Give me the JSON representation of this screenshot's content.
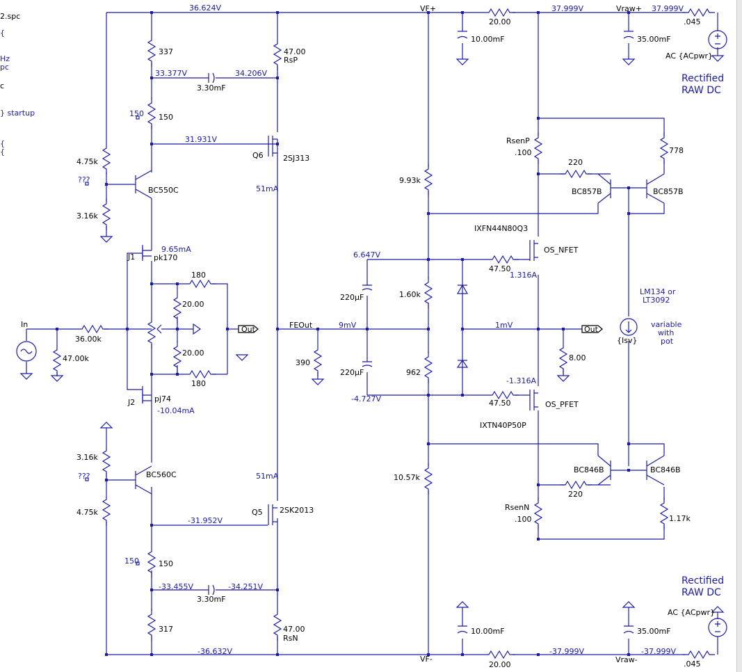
{
  "left_fragments": [
    "2.spc",
    "{",
    "Hz",
    "pc",
    "c",
    "} startup",
    "{",
    "{"
  ],
  "nodes": {
    "vtop": "36.624V",
    "v33": "33.377V",
    "v34": "34.206V",
    "v31": "31.931V",
    "vfplus": "VF+",
    "vraw_plus": "Vraw+",
    "v37a": "37.999V",
    "v37b": "37.999V",
    "v6647": "6.647V",
    "v4727": "-4.727V",
    "feout": "FEOut",
    "v9mv": "9mV",
    "v1mv": "1mV",
    "vm31": "-31.952V",
    "vm33": "-33.455V",
    "vm34": "-34.251V",
    "vbot": "-36.632V",
    "vfminus": "VF-",
    "vm37a": "-37.999V",
    "vraw_minus": "Vraw-",
    "vm37b": "-37.999V",
    "in": "In",
    "out1": "Out",
    "out2": "Out"
  },
  "components": {
    "r337": "337",
    "r150a": "150",
    "r150a_pot": "150",
    "r4k75a": "4.75k",
    "r3k16a": "3.16k",
    "q_top": "BC550C",
    "qqq1": "???",
    "r47rsp_v": "47.00",
    "r47rsp_n": "RsP",
    "c330a": "3.30mF",
    "q6": "Q6",
    "q6_t": "2SJ313",
    "i51a": "51mA",
    "j1": "J1",
    "j1_t": "pk170",
    "i965": "9.65mA",
    "r180a": "180",
    "r20a": "20.00",
    "r20b": "20.00",
    "r180b": "180",
    "r36k": "36.00k",
    "r47k": "47.00k",
    "j2": "J2",
    "j2_t": "pj74",
    "i1004": "-10.04mA",
    "r3k16b": "3.16k",
    "qqq2": "???",
    "q_bot": "BC560C",
    "r4k75b": "4.75k",
    "i51b": "51mA",
    "q5": "Q5",
    "q5_t": "2SK2013",
    "r150b_pot": "150",
    "r150b": "150",
    "c330b": "3.30mF",
    "r317": "317",
    "r47rsn_v": "47.00",
    "r47rsn_n": "RsN",
    "r390": "390",
    "c220a": "220µF",
    "c220b": "220µF",
    "r993": "9.93k",
    "r160": "1.60k",
    "r962": "962",
    "r1057": "10.57k",
    "r20top": "20.00",
    "c10a": "10.00mF",
    "r20bot": "20.00",
    "c10b": "10.00mF",
    "nfet": "IXFN44N80Q3",
    "nfet_n": "OS_NFET",
    "r4750a": "47.50",
    "i1316a": "1.316A",
    "pfet": "IXTN40P50P",
    "pfet_n": "OS_PFET",
    "r4750b": "47.50",
    "i1316b": "-1.316A",
    "r8": "8.00",
    "rsenp": "RsenP",
    "rsenp_v": ".100",
    "r220a": "220",
    "bc857a": "BC857B",
    "bc857b": "BC857B",
    "r778": "778",
    "rsenn": "RsenN",
    "rsenn_v": ".100",
    "r220b": "220",
    "bc846a": "BC846B",
    "bc846b": "BC846B",
    "r117": "1.17k",
    "lm_a": "LM134 or",
    "lm_b": "LT3092",
    "isv": "{Isv}",
    "var_a": "variable",
    "var_b": "with",
    "var_c": "pot",
    "c35a": "35.00mF",
    "c35b": "35.00mF",
    "r045a": ".045",
    "r045b": ".045",
    "ac_a": "AC {ACpwr}",
    "ac_b": "AC {ACpwr}",
    "rect_a1": "Rectified",
    "rect_a2": "RAW DC",
    "rect_b1": "Rectified",
    "rect_b2": "RAW DC"
  }
}
